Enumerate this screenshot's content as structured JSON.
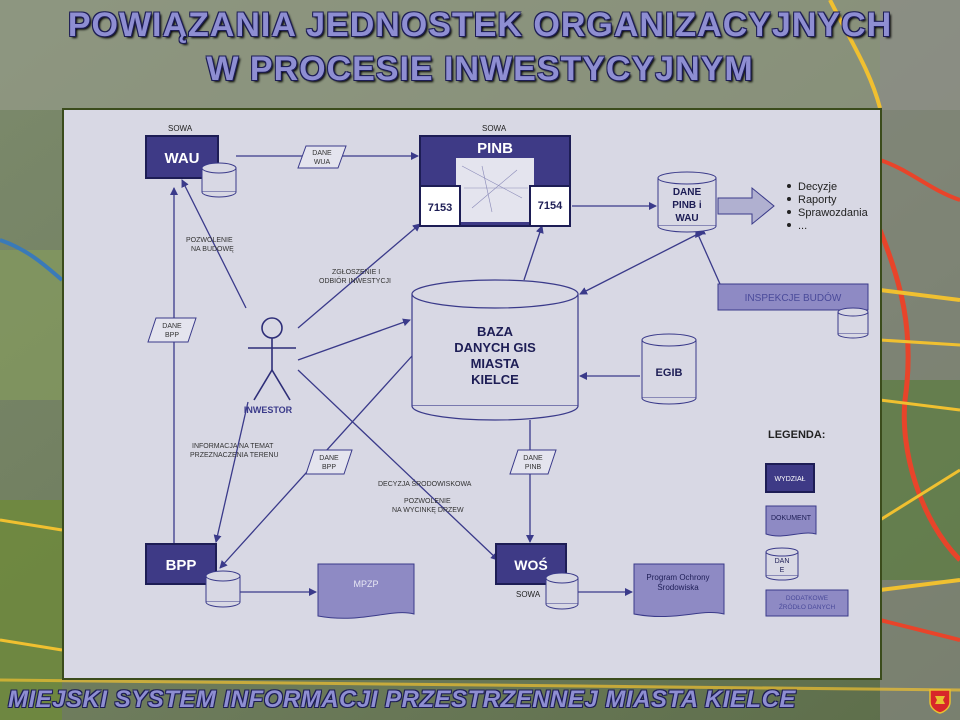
{
  "title": {
    "line1": "POWIĄZANIA  JEDNOSTEK ORGANIZACYJNYCH",
    "line2": "W PROCESIE INWESTYCYJNYM"
  },
  "footer": "MIEJSKI SYSTEM INFORMACJI PRZESTRZENNEJ MIASTA KIELCE",
  "colors": {
    "unit_fill": "#3e3a86",
    "doc_fill": "#8e8ac4",
    "line": "#3a3a8a",
    "panel": "#d8d8e4"
  },
  "nodes": {
    "wau": {
      "label": "WAU",
      "tag": "SOWA"
    },
    "pinb": {
      "label": "PINB",
      "tag": "SOWA",
      "left": "7153",
      "right": "7154"
    },
    "bpp": {
      "label": "BPP"
    },
    "wos": {
      "label": "WOŚ",
      "tag": "SOWA"
    },
    "investor": {
      "label": "INWESTOR"
    },
    "baza": {
      "line1": "BAZA",
      "line2": "DANYCH GIS",
      "line3": "MIASTA",
      "line4": "KIELCE"
    },
    "egib": {
      "label": "EGIB"
    },
    "dane_pinb_wau": {
      "line1": "DANE",
      "line2": "PINB i",
      "line3": "WAU"
    },
    "inspekcje": {
      "label": "INSPEKCJE BUDÓW"
    },
    "mpzp": {
      "label": "MPZP"
    },
    "program": {
      "line1": "Program Ochrony",
      "line2": "Środowiska"
    }
  },
  "outputs": [
    "Decyzje",
    "Raporty",
    "Sprawozdania",
    "..."
  ],
  "flows": {
    "dane_wua": {
      "line1": "DANE",
      "line2": "WUA"
    },
    "dane_bpp_left": {
      "line1": "DANE",
      "line2": "BPP"
    },
    "dane_bpp_mid": {
      "line1": "DANE",
      "line2": "BPP"
    },
    "dane_pinb": {
      "line1": "DANE",
      "line2": "PINB"
    },
    "pozwolenie_budowe": {
      "line1": "POZWOLENIE",
      "line2": "NA BUDOWĘ"
    },
    "zgloszenie": {
      "line1": "ZGŁOSZENIE I",
      "line2": "ODBIÓR INWESTYCJI"
    },
    "informacja": {
      "line1": "INFORMACJA NA TEMAT",
      "line2": "PRZEZNACZENIA TERENU"
    },
    "decyzja": {
      "line1": "DECYZJA ŚRODOWISKOWA"
    },
    "pozwolenie_drzew": {
      "line1": "POZWOLENIE",
      "line2": "NA WYCINKĘ DRZEW"
    }
  },
  "legend": {
    "title": "LEGENDA:",
    "wydzial": "WYDZIAŁ",
    "dokument": "DOKUMENT",
    "dane": {
      "line1": "DAN",
      "line2": "E"
    },
    "dodatkowe": {
      "line1": "DODATKOWE",
      "line2": "ŹRÓDŁO DANYCH"
    }
  }
}
